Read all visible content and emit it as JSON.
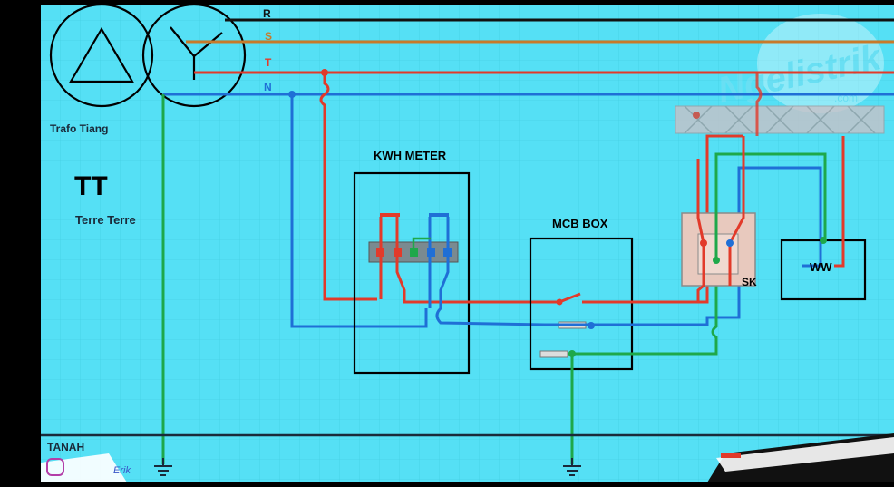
{
  "phases": {
    "r": "R",
    "s": "S",
    "t": "T",
    "n": "N"
  },
  "labels": {
    "trafo": "Trafo Tiang",
    "system": "TT",
    "system_desc": "Terre Terre",
    "kwh": "KWH METER",
    "mcb": "MCB BOX",
    "socket": "SK",
    "ground_zone": "TANAH",
    "watermark": "Ngelistrik",
    "watermark_sub": ".com",
    "footer_fragment": "Erik",
    "heater_symbol": "WW"
  },
  "colors": {
    "background": "#55e0f5",
    "line_r": "#111111",
    "line_s": "#c87a2a",
    "line_t": "#e23a2a",
    "line_n": "#1f6fd6",
    "earth": "#1ea84a",
    "frame": "#000000"
  }
}
